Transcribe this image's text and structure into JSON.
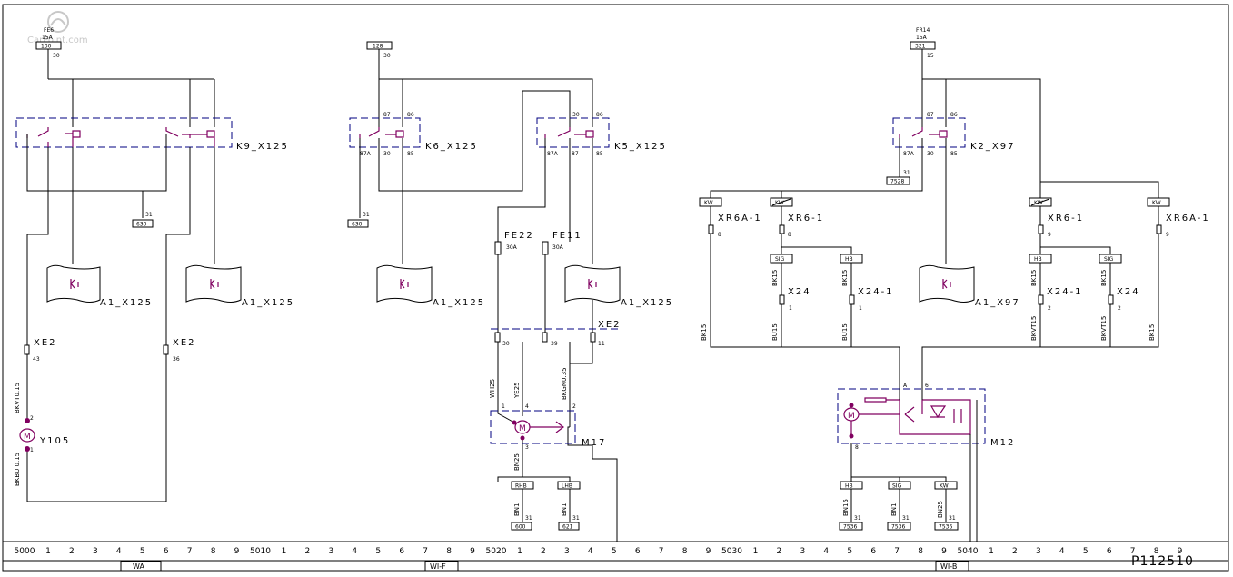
{
  "drawing_id": "P112510",
  "watermark": "CarPoint.com",
  "sections": [
    "WA",
    "WI-F",
    "WI-B"
  ],
  "ruler": {
    "ticks": [
      "5000",
      "1",
      "2",
      "3",
      "4",
      "5",
      "6",
      "7",
      "8",
      "9",
      "5010",
      "1",
      "2",
      "3",
      "4",
      "5",
      "6",
      "7",
      "8",
      "9",
      "5020",
      "1",
      "2",
      "3",
      "4",
      "5",
      "6",
      "7",
      "8",
      "9",
      "5030",
      "1",
      "2",
      "3",
      "4",
      "5",
      "6",
      "7",
      "8",
      "9",
      "5040",
      "1",
      "2",
      "3",
      "4",
      "5",
      "6",
      "7",
      "8",
      "9"
    ]
  },
  "supplies": {
    "left": {
      "fuse": "FE6",
      "rating": "15A",
      "wire": "130",
      "pin": "30"
    },
    "mid": {
      "wire": "128",
      "pin": "30"
    },
    "right": {
      "fuse": "FR14",
      "rating": "15A",
      "wire": "321",
      "pin": "15"
    }
  },
  "relays": {
    "k9": {
      "name": "K9_X125"
    },
    "k6": {
      "name": "K6_X125",
      "pins": [
        "87",
        "86",
        "87A",
        "30",
        "85"
      ]
    },
    "k5": {
      "name": "K5_X125",
      "pins": [
        "30",
        "86",
        "87A",
        "87",
        "85"
      ]
    },
    "k2": {
      "name": "K2_X97",
      "pins": [
        "87",
        "86",
        "87A",
        "30",
        "85"
      ]
    }
  },
  "grounds": {
    "g1": {
      "pin": "31",
      "label": "630"
    },
    "g2": {
      "pin": "31",
      "label": "630"
    },
    "g3": {
      "pin": "31",
      "label": "7528"
    },
    "b600": {
      "pin": "31",
      "label": "600",
      "wire": "BN1"
    },
    "b621": {
      "pin": "31",
      "label": "621",
      "wire": "BN1"
    },
    "b7536a": {
      "pin": "31",
      "label": "7536",
      "wire": "BN15"
    },
    "b7536b": {
      "pin": "31",
      "label": "7536",
      "wire": "BN1"
    },
    "b7536c": {
      "pin": "31",
      "label": "7536",
      "wire": "BN25"
    }
  },
  "modules": {
    "a1": "A1_X125",
    "a2": "A1_X125",
    "a3": "A1_X125",
    "a4": "A1_X125",
    "a5": "A1_X97"
  },
  "fuses": {
    "fe22": {
      "name": "FE22",
      "rating": "30A"
    },
    "fe11": {
      "name": "FE11",
      "rating": "30A"
    }
  },
  "connectors": {
    "xe2a": {
      "name": "XE2",
      "pin": "43"
    },
    "xe2b": {
      "name": "XE2",
      "pin": "36"
    },
    "xe2c": {
      "name": "XE2",
      "pins": [
        "30",
        "39",
        "11"
      ]
    },
    "xr6a1a": {
      "name": "XR6A-1",
      "pin": "8"
    },
    "xr61a": {
      "name": "XR6-1",
      "pin": "8"
    },
    "x24a": {
      "name": "X24",
      "pin": "1"
    },
    "x241a": {
      "name": "X24-1",
      "pin": "1"
    },
    "x241b": {
      "name": "X24-1",
      "pin": "2"
    },
    "x24b": {
      "name": "X24",
      "pin": "2"
    },
    "xr61b": {
      "name": "XR6-1",
      "pin": "9"
    },
    "xr6a1b": {
      "name": "XR6A-1",
      "pin": "9"
    }
  },
  "motors": {
    "y105": {
      "name": "Y105",
      "symbol": "M",
      "pins": [
        "2",
        "1"
      ]
    },
    "m17": {
      "name": "M17",
      "symbol": "M",
      "pins": [
        "1",
        "4",
        "2",
        "3"
      ]
    },
    "m12": {
      "name": "M12",
      "symbol": "M",
      "pins": [
        "A",
        "6",
        "8"
      ]
    }
  },
  "wires": {
    "bkvt015": "BKVT0.15",
    "bkbu015": "BKBU 0.15",
    "wh25": "WH25",
    "ye25": "YE25",
    "bkgn035": "BKGN0.35",
    "bn25": "BN25",
    "bk15": "BK15",
    "bu15": "BU15",
    "bkvt15": "BKVT15"
  },
  "tags": {
    "kw": "KW",
    "kwslash": "KW",
    "sig": "SIG",
    "hb": "HB",
    "rhb": "RHB",
    "lhb": "LHB"
  }
}
